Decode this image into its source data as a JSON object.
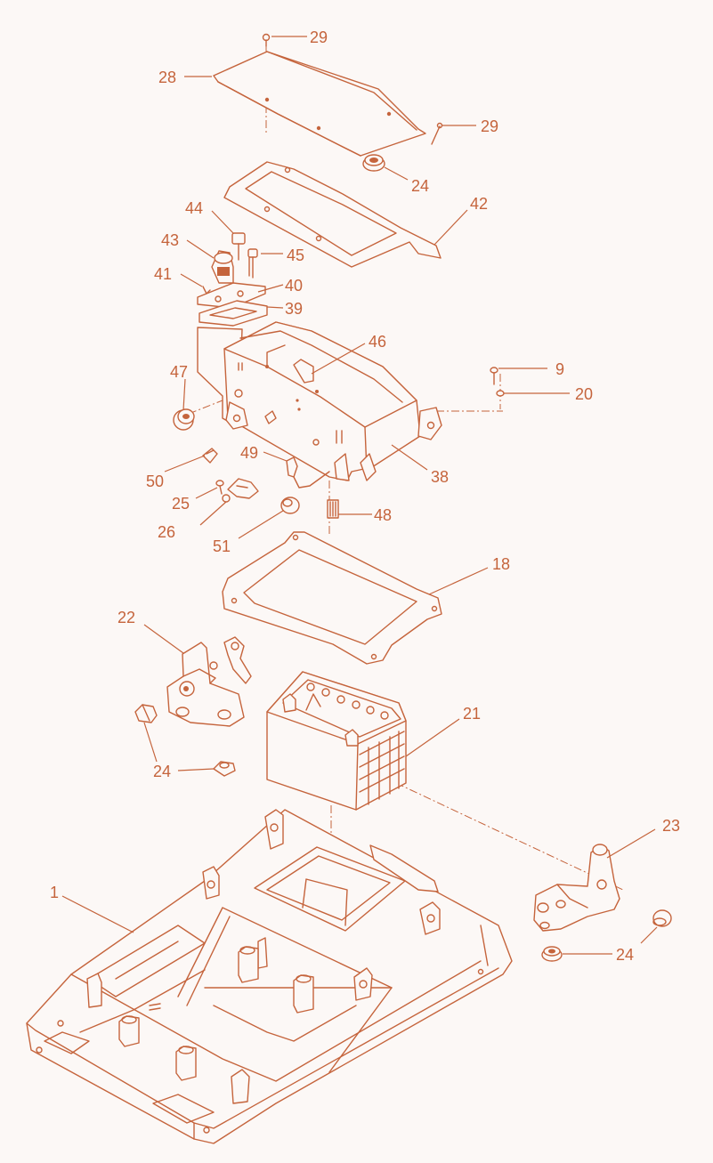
{
  "diagram": {
    "part_labels": [
      {
        "id": "29a",
        "text": "29"
      },
      {
        "id": "28",
        "text": "28"
      },
      {
        "id": "29b",
        "text": "29"
      },
      {
        "id": "24a",
        "text": "24"
      },
      {
        "id": "42",
        "text": "42"
      },
      {
        "id": "44",
        "text": "44"
      },
      {
        "id": "43",
        "text": "43"
      },
      {
        "id": "45",
        "text": "45"
      },
      {
        "id": "41",
        "text": "41"
      },
      {
        "id": "40",
        "text": "40"
      },
      {
        "id": "39",
        "text": "39"
      },
      {
        "id": "46",
        "text": "46"
      },
      {
        "id": "9",
        "text": "9"
      },
      {
        "id": "20",
        "text": "20"
      },
      {
        "id": "47",
        "text": "47"
      },
      {
        "id": "50",
        "text": "50"
      },
      {
        "id": "49",
        "text": "49"
      },
      {
        "id": "38",
        "text": "38"
      },
      {
        "id": "25",
        "text": "25"
      },
      {
        "id": "26",
        "text": "26"
      },
      {
        "id": "48",
        "text": "48"
      },
      {
        "id": "51",
        "text": "51"
      },
      {
        "id": "18",
        "text": "18"
      },
      {
        "id": "22",
        "text": "22"
      },
      {
        "id": "21",
        "text": "21"
      },
      {
        "id": "24b",
        "text": "24"
      },
      {
        "id": "23",
        "text": "23"
      },
      {
        "id": "1",
        "text": "1"
      },
      {
        "id": "24c",
        "text": "24"
      }
    ],
    "colors": {
      "line": "#c5643c",
      "background": "#fcf8f6"
    }
  }
}
